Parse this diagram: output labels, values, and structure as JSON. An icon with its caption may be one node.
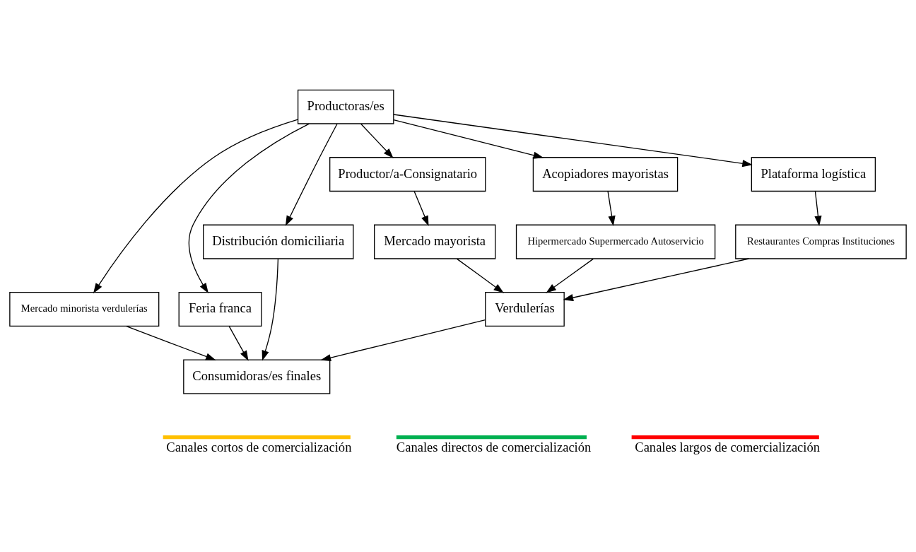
{
  "diagram": {
    "nodes": [
      {
        "text": [
          "Productoras/es"
        ]
      },
      {
        "text": [
          "Mercado minorista verdulerías"
        ]
      },
      {
        "text": [
          "Feria franca"
        ]
      },
      {
        "text": [
          "Distribución domiciliaria"
        ]
      },
      {
        "text": [
          "Productor/a-Consignatario"
        ]
      },
      {
        "text": [
          "Acopiadores mayoristas"
        ]
      },
      {
        "text": [
          "Plataforma logística"
        ]
      },
      {
        "text": [
          "Mercado mayorista"
        ]
      },
      {
        "text": [
          "Hipermercado Supermercado Autoservicio"
        ]
      },
      {
        "text": [
          "Restaurantes Compras Instituciones"
        ]
      },
      {
        "text": [
          "Verdulerías"
        ]
      },
      {
        "text": [
          "Consumidoras/es finales"
        ]
      }
    ],
    "edges": [
      {
        "from": 0,
        "to": 1,
        "arrow": "to"
      },
      {
        "from": 0,
        "to": 2,
        "arrow": "to"
      },
      {
        "from": 0,
        "to": 3,
        "arrow": "to"
      },
      {
        "from": 0,
        "to": 4,
        "arrow": "to"
      },
      {
        "from": 0,
        "to": 5,
        "arrow": "to"
      },
      {
        "from": 0,
        "to": 6,
        "arrow": "to"
      },
      {
        "from": 4,
        "to": 7,
        "arrow": "to"
      },
      {
        "from": 5,
        "to": 8,
        "arrow": "to"
      },
      {
        "from": 6,
        "to": 9,
        "arrow": "to"
      },
      {
        "from": 7,
        "to": 10,
        "arrow": "to"
      },
      {
        "from": 8,
        "to": 10,
        "arrow": "to"
      },
      {
        "from": 9,
        "to": 10,
        "arrow": "to"
      },
      {
        "from": 1,
        "to": 11,
        "arrow": "to"
      },
      {
        "from": 2,
        "to": 11,
        "arrow": "to"
      },
      {
        "from": 3,
        "to": 11,
        "arrow": "to"
      },
      {
        "from": 10,
        "to": 11,
        "arrow": "to"
      }
    ],
    "legend": [
      {
        "text": "Canales cortos de comercialización",
        "color": "#ffc000"
      },
      {
        "text": "Canales directos de comercialización",
        "color": "#00b050"
      },
      {
        "text": "Canales largos de comercialización",
        "color": "#ff0000"
      }
    ]
  }
}
